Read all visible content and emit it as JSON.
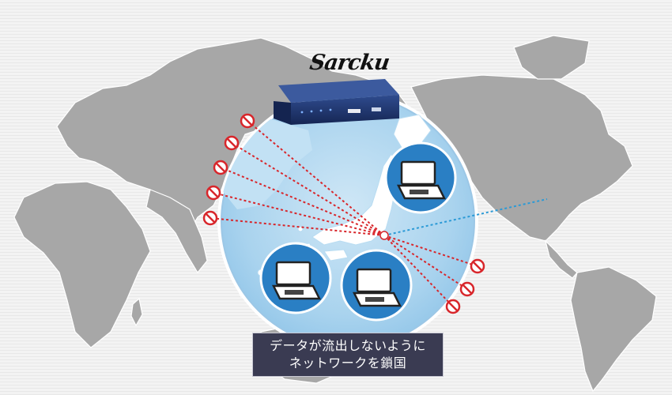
{
  "brand": {
    "logo_text": "Sarcku"
  },
  "caption": {
    "line1": "データが流出しないように",
    "line2": "ネットワークを鎖国"
  },
  "colors": {
    "globe_fill": "#aed6ef",
    "globe_rim": "#ffffff",
    "land": "#a7a7a7",
    "japan": "#ffffff",
    "blocked_line": "#d8262b",
    "allowed_line": "#2b9ad6",
    "device_body": "#1f3570",
    "caption_bg": "#3a3b52"
  },
  "icons": {
    "blocked": "prohibited-icon",
    "laptop": "laptop-icon",
    "device": "network-appliance-icon"
  }
}
